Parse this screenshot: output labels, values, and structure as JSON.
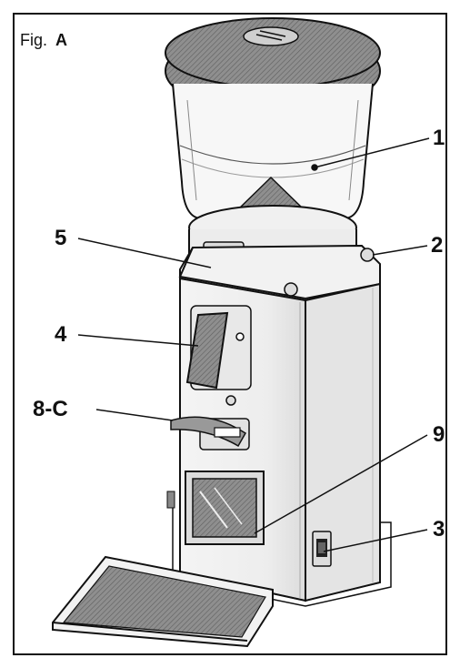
{
  "figure": {
    "title_prefix": "Fig.",
    "title_letter": "A"
  },
  "callouts": [
    {
      "id": "1",
      "label": "1"
    },
    {
      "id": "2",
      "label": "2"
    },
    {
      "id": "3",
      "label": "3"
    },
    {
      "id": "4",
      "label": "4"
    },
    {
      "id": "5",
      "label": "5"
    },
    {
      "id": "8c",
      "label": "8-C"
    },
    {
      "id": "9",
      "label": "9"
    }
  ]
}
